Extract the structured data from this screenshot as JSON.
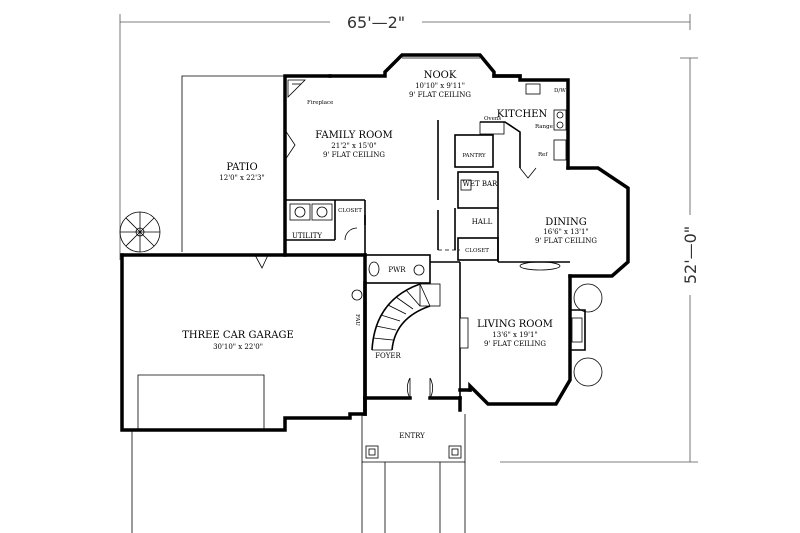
{
  "dimensions": {
    "width": "65'—2\"",
    "depth": "52'—0\""
  },
  "rooms": {
    "nook": {
      "name": "NOOK",
      "size": "10'10\" x 9'11\"",
      "ceiling": "9' FLAT CEILING"
    },
    "kitchen": {
      "name": "KITCHEN"
    },
    "family_room": {
      "name": "FAMILY ROOM",
      "size": "21'2\" x 15'0\"",
      "ceiling": "9' FLAT CEILING"
    },
    "patio": {
      "name": "PATIO",
      "size": "12'0\" x 22'3\""
    },
    "dining": {
      "name": "DINING",
      "size": "16'6\" x 13'1\"",
      "ceiling": "9' FLAT CEILING"
    },
    "living_room": {
      "name": "LIVING ROOM",
      "size": "13'6\" x 19'1\"",
      "ceiling": "9' FLAT CEILING"
    },
    "garage": {
      "name": "THREE CAR GARAGE",
      "size": "30'10\" x 22'0\""
    },
    "foyer": {
      "name": "FOYER"
    },
    "entry": {
      "name": "ENTRY"
    },
    "utility": {
      "name": "UTILITY"
    },
    "pwr": {
      "name": "PWR"
    },
    "hall": {
      "name": "HALL"
    },
    "wet_bar": {
      "name": "WET BAR"
    },
    "pantry": {
      "name": "PANTRY"
    },
    "closet_utility": {
      "name": "CLOSET"
    },
    "closet_hall": {
      "name": "CLOSET"
    }
  },
  "fixtures": {
    "fireplace": "Fireplace",
    "ovens": "Ovens",
    "range": "Range",
    "ref": "Ref",
    "dw": "D/W",
    "fau": "FAU"
  }
}
